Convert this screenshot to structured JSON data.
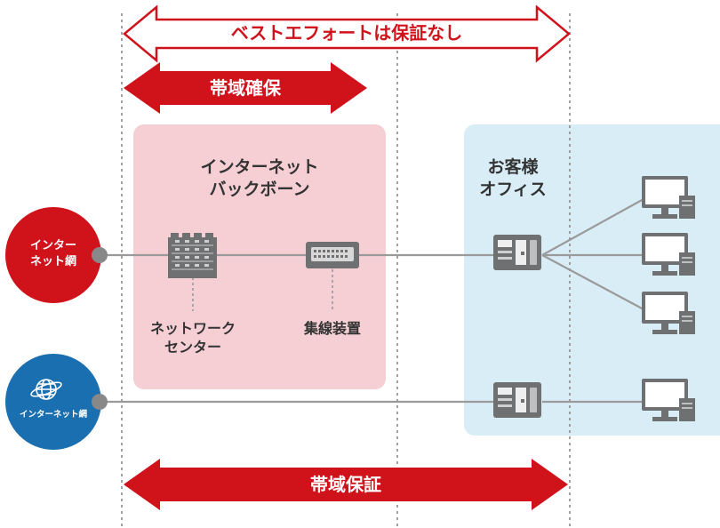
{
  "arrows": {
    "best_effort": "ベストエフォートは保証なし",
    "bandwidth_reserved": "帯域確保",
    "bandwidth_guaranteed": "帯域保証"
  },
  "zones": {
    "backbone": {
      "line1": "インターネット",
      "line2": "バックボーン"
    },
    "customer": {
      "line1": "お客様",
      "line2": "オフィス"
    }
  },
  "nodes": {
    "network_center": {
      "line1": "ネットワーク",
      "line2": "センター"
    },
    "aggregation": "集線装置"
  },
  "sources": {
    "top": {
      "line1": "インター",
      "line2": "ネット網"
    },
    "bottom": "インターネット網"
  },
  "colors": {
    "red": "#d0121b",
    "blue": "#1a6fb0",
    "pink_zone": "#f5cfd4",
    "blue_zone": "#d9edf7",
    "line": "#9a9a9a",
    "device": "#777777"
  }
}
